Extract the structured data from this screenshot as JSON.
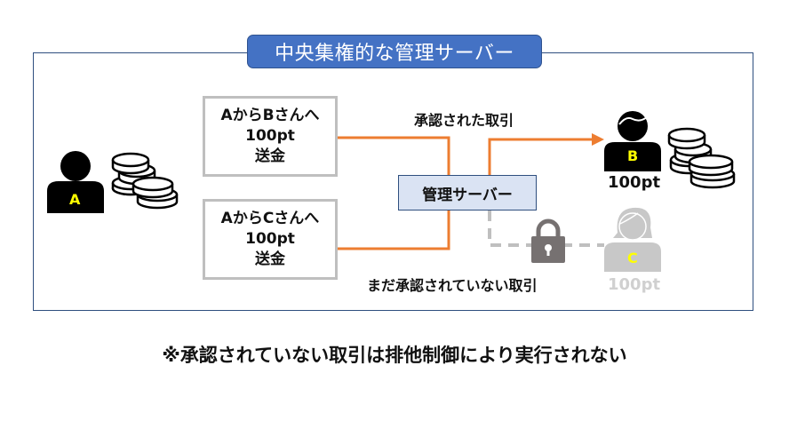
{
  "title": "中央集権的な管理サーバー",
  "transactions": [
    {
      "line1": "AからBさんへ",
      "line2": "100pt",
      "line3": "送金"
    },
    {
      "line1": "AからCさんへ",
      "line2": "100pt",
      "line3": "送金"
    }
  ],
  "server_label": "管理サーバー",
  "approved_label": "承認された取引",
  "pending_label": "まだ承認されていない取引",
  "users": {
    "a": {
      "letter": "A"
    },
    "b": {
      "letter": "B",
      "balance": "100pt"
    },
    "c": {
      "letter": "C",
      "balance": "100pt"
    }
  },
  "footnote": "※承認されていない取引は排他制御により実行されない",
  "colors": {
    "frame": "#2f4f7f",
    "title_bg": "#4472c4",
    "server_bg": "#dae3f3",
    "approved_line": "#ed7d31",
    "pending_line": "#bfbfbf",
    "lock": "#767171",
    "user_letter": "#ffff00",
    "inactive_user": "#c8c8c8"
  }
}
